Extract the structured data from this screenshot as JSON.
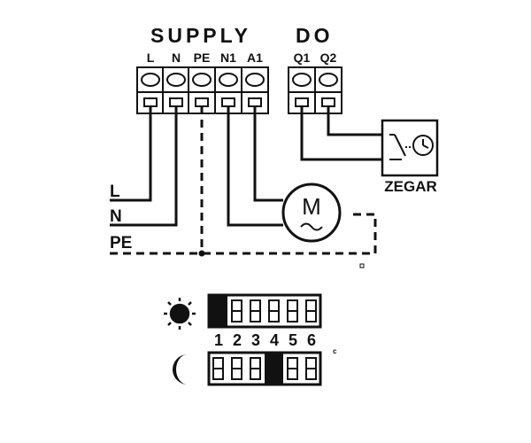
{
  "headers": {
    "supply": "SUPPLY",
    "do": "DO"
  },
  "supply_terminals": [
    "L",
    "N",
    "PE",
    "N1",
    "A1"
  ],
  "do_terminals": [
    "Q1",
    "Q2"
  ],
  "incoming_lines": [
    "L",
    "N",
    "PE"
  ],
  "motor_label": "M",
  "timer_label": "ZEGAR",
  "dip_positions": [
    "1",
    "2",
    "3",
    "4",
    "5",
    "6"
  ],
  "dip_day": [
    "on",
    "off",
    "off",
    "off",
    "off",
    "off"
  ],
  "dip_night": [
    "off",
    "off",
    "off",
    "on",
    "off",
    "off"
  ],
  "icons": {
    "day": "sun-icon",
    "night": "moon-icon",
    "timer": "clock-icon",
    "motor": "motor-icon"
  },
  "colors": {
    "ink": "#111111",
    "paper": "#ffffff"
  }
}
